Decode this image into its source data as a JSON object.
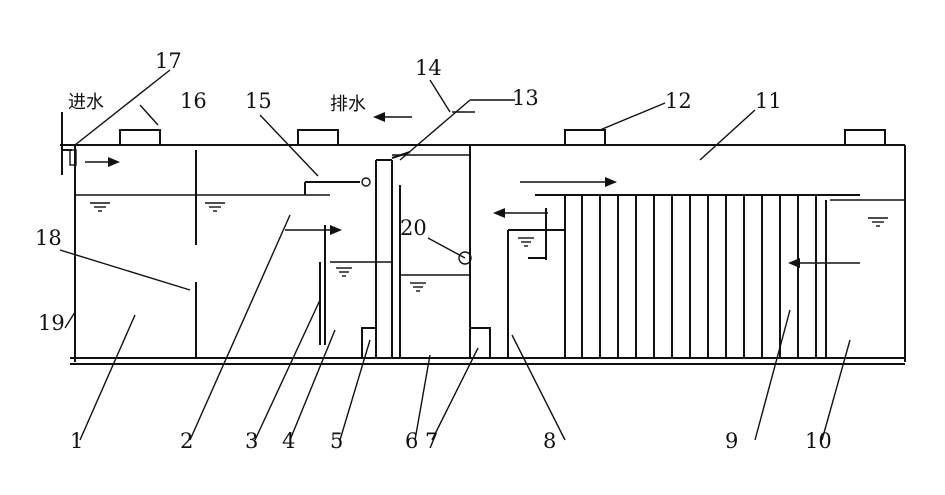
{
  "labels": {
    "inlet": "进水",
    "outlet": "排水",
    "n1": "1",
    "n2": "2",
    "n3": "3",
    "n4": "4",
    "n5": "5",
    "n6": "6",
    "n7": "7",
    "n8": "8",
    "n9": "9",
    "n10": "10",
    "n11": "11",
    "n12": "12",
    "n13": "13",
    "n14": "14",
    "n15": "15",
    "n16": "16",
    "n17": "17",
    "n18": "18",
    "n19": "19",
    "n20": "20"
  }
}
